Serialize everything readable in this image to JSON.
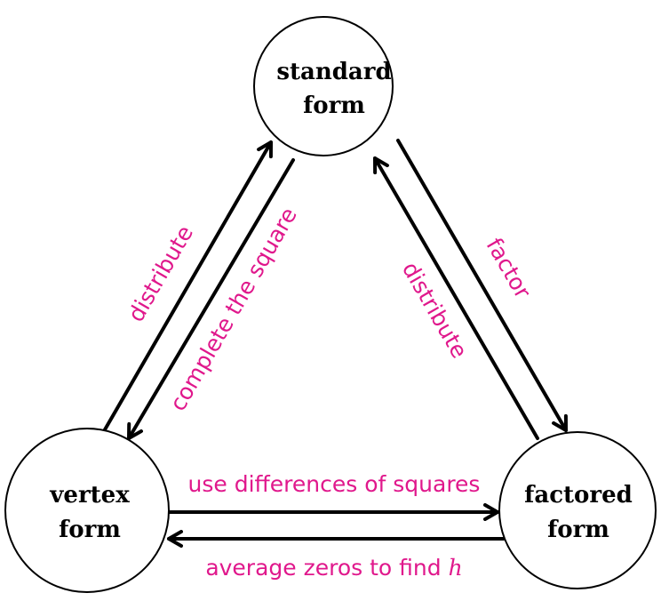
{
  "nodes": {
    "standard": {
      "line1": "standard",
      "line2": "form"
    },
    "vertex": {
      "line1": "vertex",
      "line2": "form"
    },
    "factored": {
      "line1": "factored",
      "line2": "form"
    }
  },
  "edges": {
    "vertex_to_standard": {
      "label": "distribute"
    },
    "standard_to_vertex": {
      "label": "complete the square"
    },
    "standard_to_factored": {
      "label": "factor"
    },
    "factored_to_standard": {
      "label": "distribute"
    },
    "vertex_to_factored": {
      "label": "use differences of squares"
    },
    "factored_to_vertex": {
      "label_text": "average zeros to find ",
      "label_var": "h"
    }
  },
  "colors": {
    "label": "#e0188c",
    "line": "#000000"
  }
}
